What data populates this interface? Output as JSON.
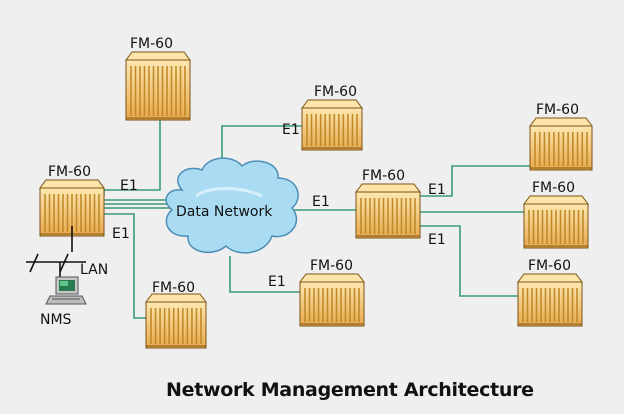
{
  "diagram": {
    "title": "Network Management Architecture",
    "cloud_label": "Data Network",
    "device_label": "FM-60",
    "link_label": "E1",
    "lan_label": "LAN",
    "nms_label": "NMS"
  },
  "colors": {
    "device_fill": "#f5c46e",
    "device_dark": "#c08a2a",
    "device_light": "#fde4a8",
    "cloud_fill": "#a9dcf2",
    "cloud_stroke": "#4d8eb7",
    "link_line": "#3a9a78"
  }
}
